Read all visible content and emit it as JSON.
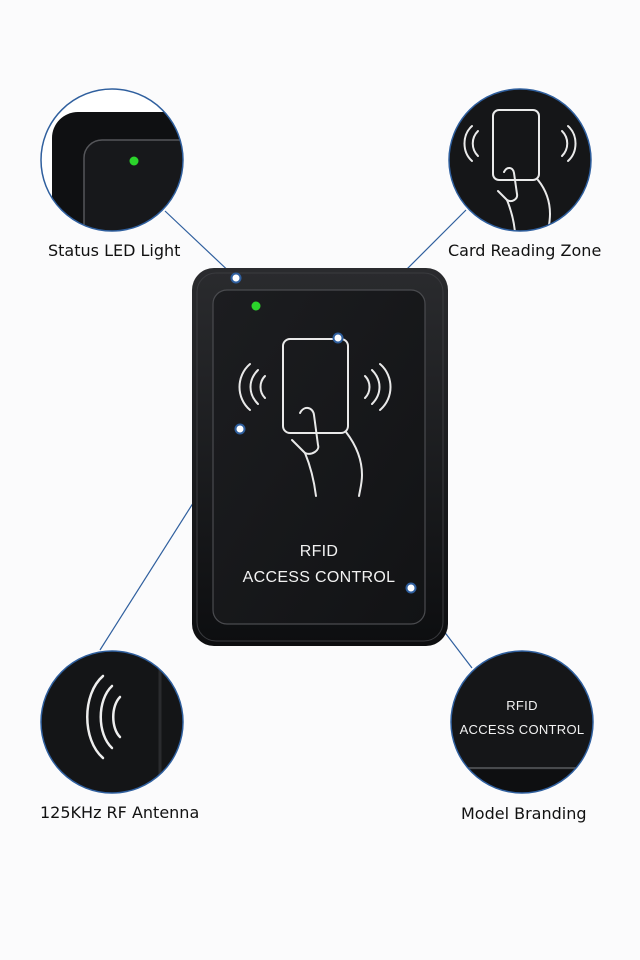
{
  "callouts": {
    "status_led": "Status LED Light",
    "card_zone": "Card Reading Zone",
    "antenna": "125KHz RF Antenna",
    "model_branding": "Model Branding"
  },
  "device": {
    "line1": "RFID",
    "line2": "ACCESS CONTROL"
  },
  "zoom_branding": {
    "line1": "RFID",
    "line2": "ACCESS CONTROL"
  },
  "colors": {
    "accent_line": "#2f5f9e",
    "led": "#2bd42b",
    "device_body": "#111214"
  },
  "icons": [
    "led-indicator-icon",
    "card-tap-hand-icon",
    "rf-wave-icon"
  ]
}
